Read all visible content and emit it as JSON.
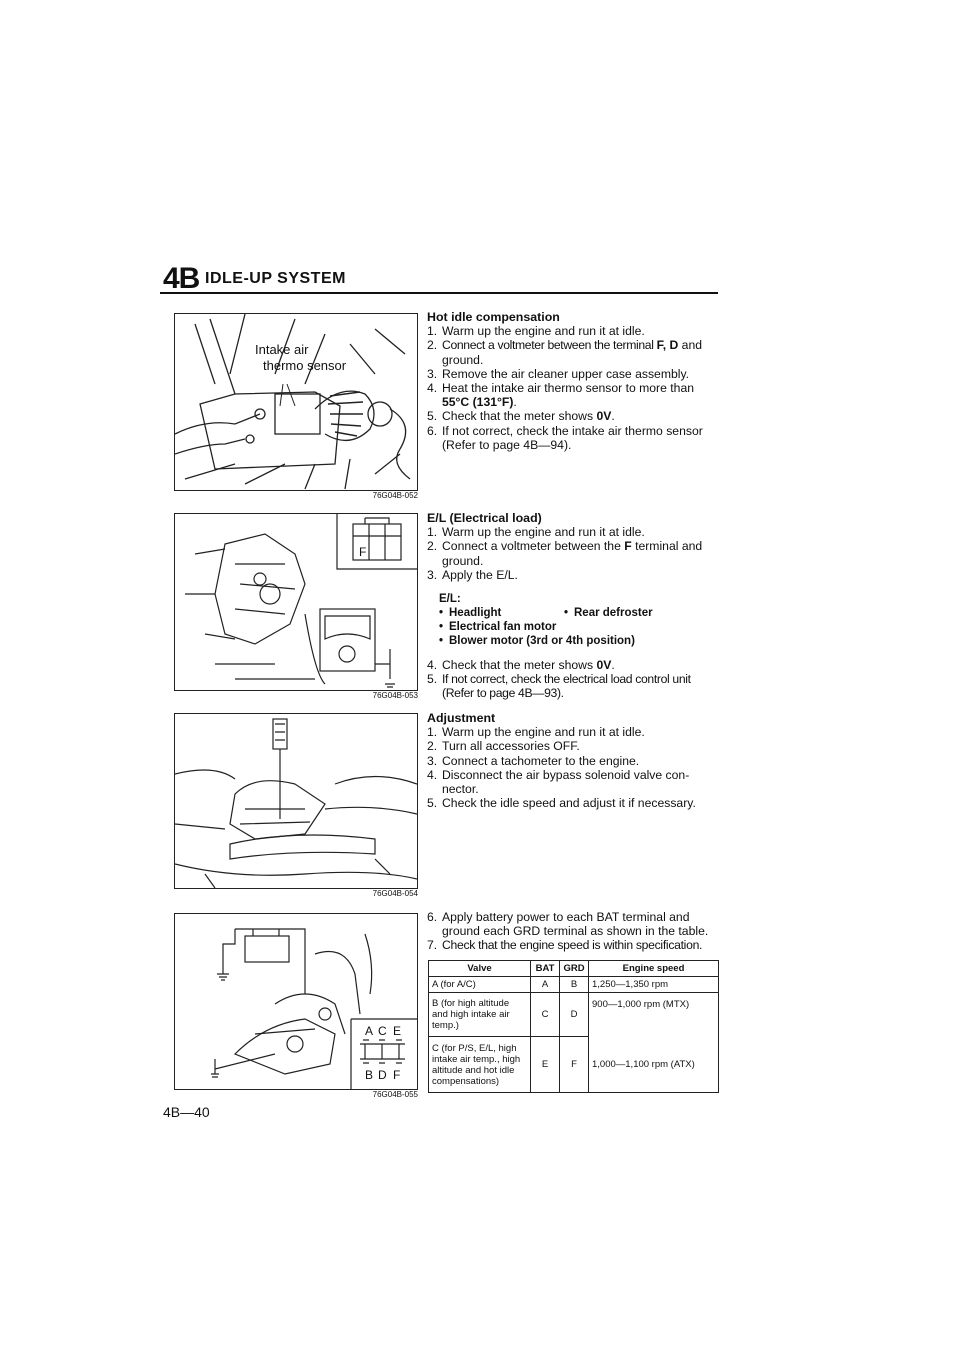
{
  "header": {
    "section_number": "4B",
    "title": "IDLE-UP SYSTEM"
  },
  "figures": [
    {
      "caption": "76G04B-052",
      "labels": [
        "Intake air",
        "thermo sensor"
      ]
    },
    {
      "caption": "76G04B-053",
      "labels": [
        "F"
      ]
    },
    {
      "caption": "76G04B-054",
      "labels": []
    },
    {
      "caption": "76G04B-055",
      "labels": [
        "A",
        "C",
        "E",
        "B",
        "D",
        "F"
      ]
    }
  ],
  "sections": {
    "hot_idle": {
      "heading": "Hot idle compensation",
      "steps": [
        {
          "n": "1.",
          "parts": [
            "Warm up the engine and run it at idle."
          ]
        },
        {
          "n": "2.",
          "parts": [
            "Connect a voltmeter between the terminal ",
            "F, D",
            " and ground."
          ]
        },
        {
          "n": "3.",
          "parts": [
            "Remove the air cleaner upper case assembly."
          ]
        },
        {
          "n": "4.",
          "parts": [
            "Heat the intake air thermo sensor to more than ",
            "55°C (131°F)",
            "."
          ]
        },
        {
          "n": "5.",
          "parts": [
            "Check that the meter shows ",
            "0V",
            "."
          ]
        },
        {
          "n": "6.",
          "parts": [
            "If not correct, check the intake air thermo sensor (Refer to page 4B—94)."
          ]
        }
      ]
    },
    "el": {
      "heading": "E/L (Electrical load)",
      "steps_a": [
        {
          "n": "1.",
          "parts": [
            "Warm up the engine and run it at idle."
          ]
        },
        {
          "n": "2.",
          "parts": [
            "Connect a voltmeter between the ",
            "F",
            " terminal and ground."
          ]
        },
        {
          "n": "3.",
          "parts": [
            "Apply the E/L."
          ]
        }
      ],
      "el_label": "E/L:",
      "el_items": [
        "Headlight",
        "Rear defroster",
        "Electrical fan motor",
        "Blower motor (3rd or 4th position)"
      ],
      "steps_b": [
        {
          "n": "4.",
          "parts": [
            "Check that the meter shows ",
            "0V",
            "."
          ]
        },
        {
          "n": "5.",
          "parts": [
            "If not correct, check the electrical load control unit (Refer to page 4B—93)."
          ]
        }
      ]
    },
    "adjustment": {
      "heading": "Adjustment",
      "steps": [
        {
          "n": "1.",
          "parts": [
            "Warm up the engine and run it at idle."
          ]
        },
        {
          "n": "2.",
          "parts": [
            "Turn all accessories OFF."
          ]
        },
        {
          "n": "3.",
          "parts": [
            "Connect a tachometer to the engine."
          ]
        },
        {
          "n": "4.",
          "parts": [
            "Disconnect the air bypass solenoid valve con-nector."
          ]
        },
        {
          "n": "5.",
          "parts": [
            "Check the idle speed and adjust it if necessary."
          ]
        }
      ],
      "steps_b": [
        {
          "n": "6.",
          "parts": [
            "Apply battery power to each BAT terminal and ground each GRD terminal as shown in the table."
          ]
        },
        {
          "n": "7.",
          "parts": [
            "Check that the engine speed is within specification."
          ]
        }
      ]
    }
  },
  "table": {
    "headers": [
      "Valve",
      "BAT",
      "GRD",
      "Engine speed"
    ],
    "row1": {
      "valve": "A (for A/C)",
      "bat": "A",
      "grd": "B",
      "speed": "1,250—1,350 rpm"
    },
    "row2": {
      "valve": "B (for high altitude and high intake air temp.)",
      "bat": "C",
      "grd": "D",
      "speed": "900—1,000 rpm (MTX)"
    },
    "row3": {
      "valve": "C (for P/S, E/L, high intake air temp., high altitude and hot idle compensations)",
      "bat": "E",
      "grd": "F",
      "speed": "1,000—1,100 rpm (ATX)"
    }
  },
  "footer": {
    "page": "4B—40"
  }
}
